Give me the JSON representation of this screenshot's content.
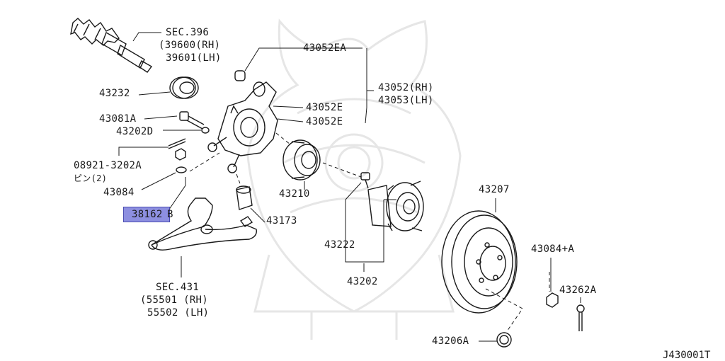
{
  "diagram": {
    "reference_code": "J430001T",
    "highlight_color": "#8d8fe0",
    "line_color": "#1a1a1a",
    "watermark_color": "#e6e6e6",
    "callouts": {
      "sec396": "SEC.396",
      "p39600": "(39600(RH)",
      "p39601": "39601(LH)",
      "p43232": "43232",
      "p43081a": "43081A",
      "p43202d": "43202D",
      "p08921": "08921-3202A",
      "pin": "ピン(2)",
      "p43084": "43084",
      "p38162_hl": "38162",
      "p38162_b": "B",
      "p43052ea": "43052EA",
      "p43052rh": "43052(RH)",
      "p43053lh": "43053(LH)",
      "p43052e1": "43052E",
      "p43052e2": "43052E",
      "p43210": "43210",
      "p43173": "43173",
      "p43222": "43222",
      "p43202": "43202",
      "p43207": "43207",
      "p43084a": "43084+A",
      "p43262a": "43262A",
      "p43206a": "43206A",
      "sec431": "SEC.431",
      "p55501": "(55501 (RH)",
      "p55502": "55502 (LH)"
    }
  }
}
